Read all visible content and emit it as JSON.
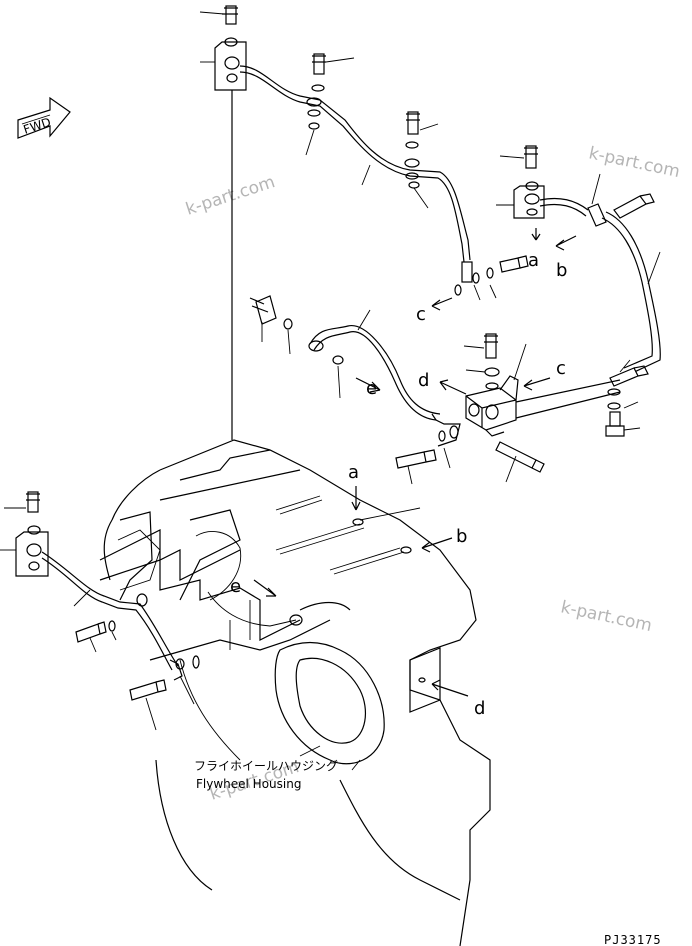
{
  "fwd_label": "FWD",
  "callouts": {
    "a_top": "a",
    "b_top": "b",
    "c_left": "c",
    "c_right": "c",
    "d_top": "d",
    "e_top": "e",
    "a_bottom": "a",
    "b_bottom": "b",
    "d_bottom": "d",
    "e_bottom": "e"
  },
  "housing_label_jp": "フライホイールハウジング",
  "housing_label_en": "Flywheel Housing",
  "drawing_number": "PJ33175",
  "watermarks": [
    "k-part.com",
    "k-part.com",
    "k-part.com",
    "k-part.com"
  ]
}
